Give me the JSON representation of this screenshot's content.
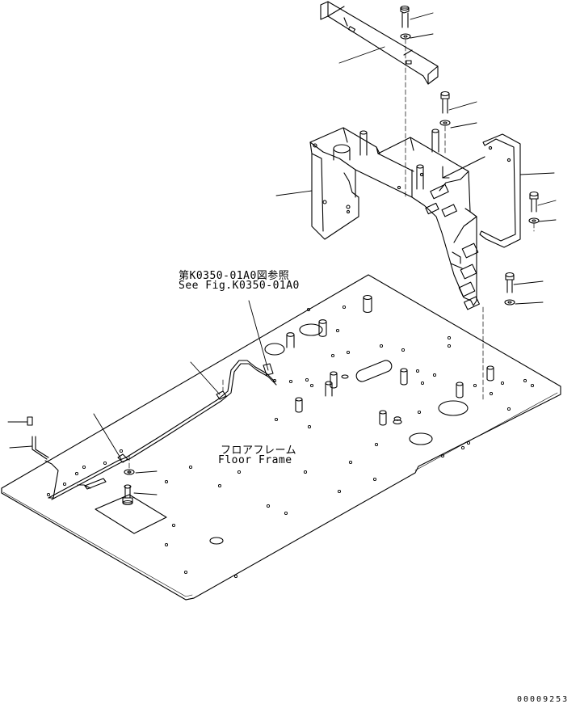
{
  "labels": {
    "ref_jp": "第K0350-01A0図参照",
    "ref_en": "See Fig.K0350-01A0",
    "part_jp": "フロアフレーム",
    "part_en": "Floor Frame"
  },
  "figure_number": "00009253"
}
